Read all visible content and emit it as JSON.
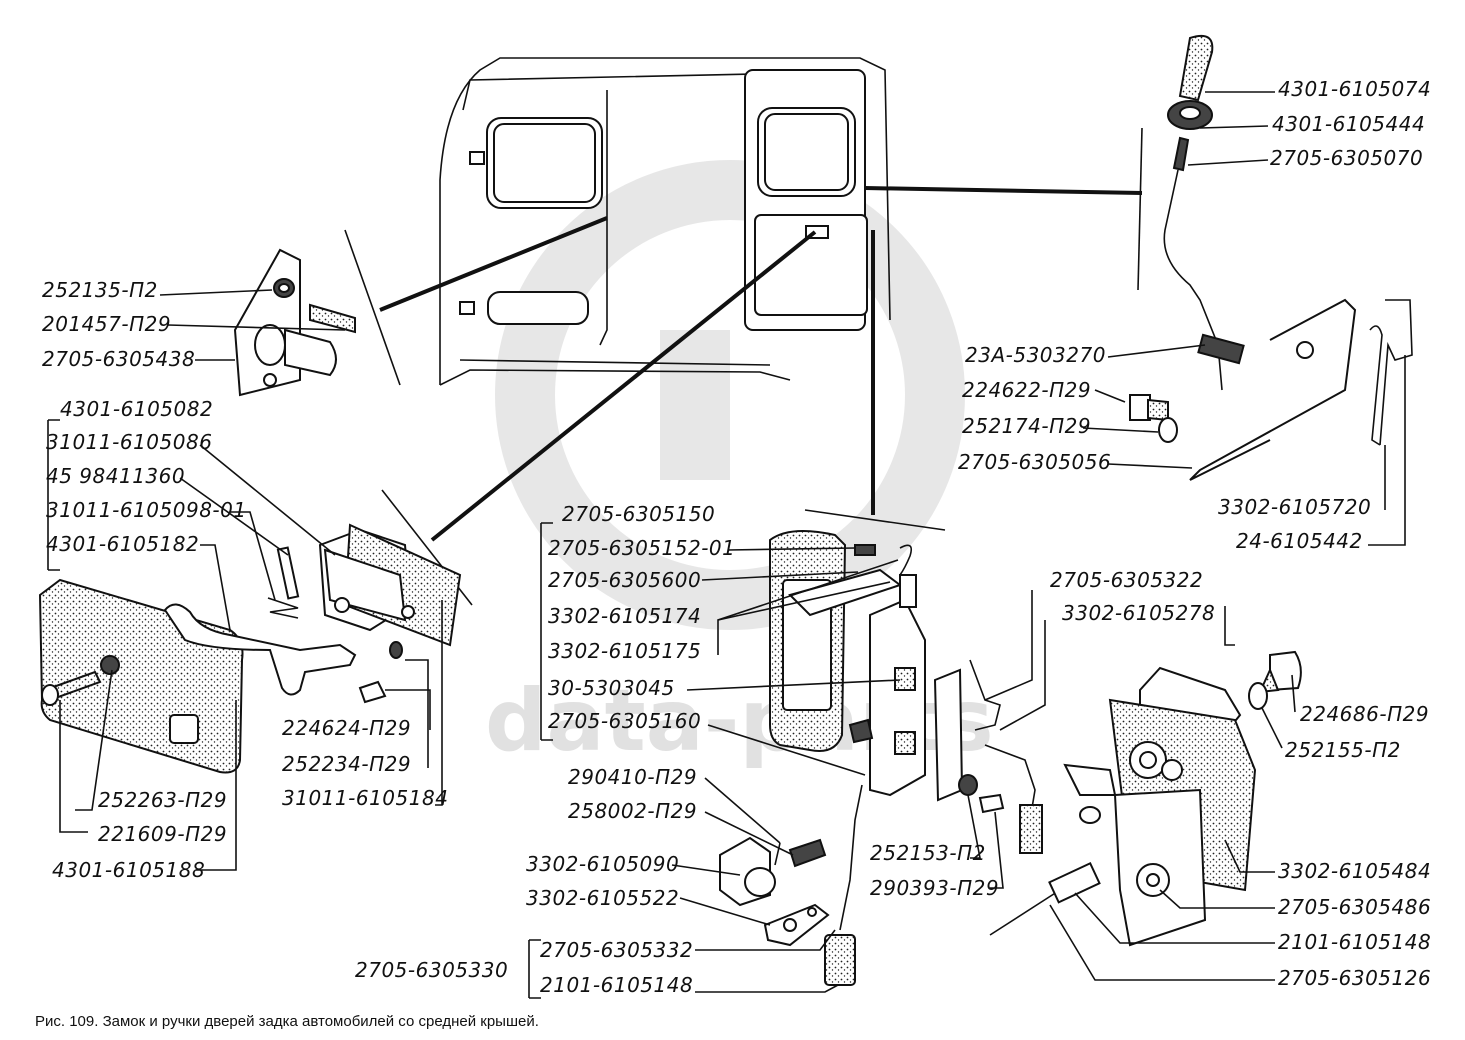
{
  "caption": "Рис. 109. Замок и ручки дверей задка автомобилей со средней крышей.",
  "watermark": {
    "text": "data-parts",
    "logo": "data-parts-logo"
  },
  "labels": {
    "p4301_6105074": "4301-6105074",
    "p4301_6105444": "4301-6105444",
    "p2705_6305070": "2705-6305070",
    "p252135_P2": "252135-П2",
    "p201457_P29": "201457-П29",
    "p2705_6305438": "2705-6305438",
    "p23A_5303270": "23А-5303270",
    "p224622_P29": "224622-П29",
    "p252174_P29": "252174-П29",
    "p2705_6305056": "2705-6305056",
    "p4301_6105082": "4301-6105082",
    "p31011_6105086": "31011-6105086",
    "p45_98411360": "45 98411360",
    "p31011_6105098_01": "31011-6105098-01",
    "p4301_6105182": "4301-6105182",
    "p3302_6105720": "3302-6105720",
    "p24_6105442": "24-6105442",
    "p2705_6305150": "2705-6305150",
    "p2705_6305152_01": "2705-6305152-01",
    "p2705_6305600": "2705-6305600",
    "p3302_6105174": "3302-6105174",
    "p3302_6105175": "3302-6105175",
    "p30_5303045": "30-5303045",
    "p2705_6305160": "2705-6305160",
    "p2705_6305322": "2705-6305322",
    "p3302_6105278": "3302-6105278",
    "p224686_P29": "224686-П29",
    "p252155_P2": "252155-П2",
    "p224624_P29": "224624-П29",
    "p252234_P29": "252234-П29",
    "p31011_6105184": "31011-6105184",
    "p252263_P29": "252263-П29",
    "p221609_P29": "221609-П29",
    "p4301_6105188": "4301-6105188",
    "p290410_P29": "290410-П29",
    "p258002_P29": "258002-П29",
    "p3302_6105090": "3302-6105090",
    "p3302_6105522": "3302-6105522",
    "p2705_6305332": "2705-6305332",
    "p2705_6305330": "2705-6305330",
    "p2101_6105148_a": "2101-6105148",
    "p252153_P2": "252153-П2",
    "p290393_P29": "290393-П29",
    "p3302_6105484": "3302-6105484",
    "p2705_6305486": "2705-6305486",
    "p2101_6105148_b": "2101-6105148",
    "p2705_6305126": "2705-6305126"
  }
}
